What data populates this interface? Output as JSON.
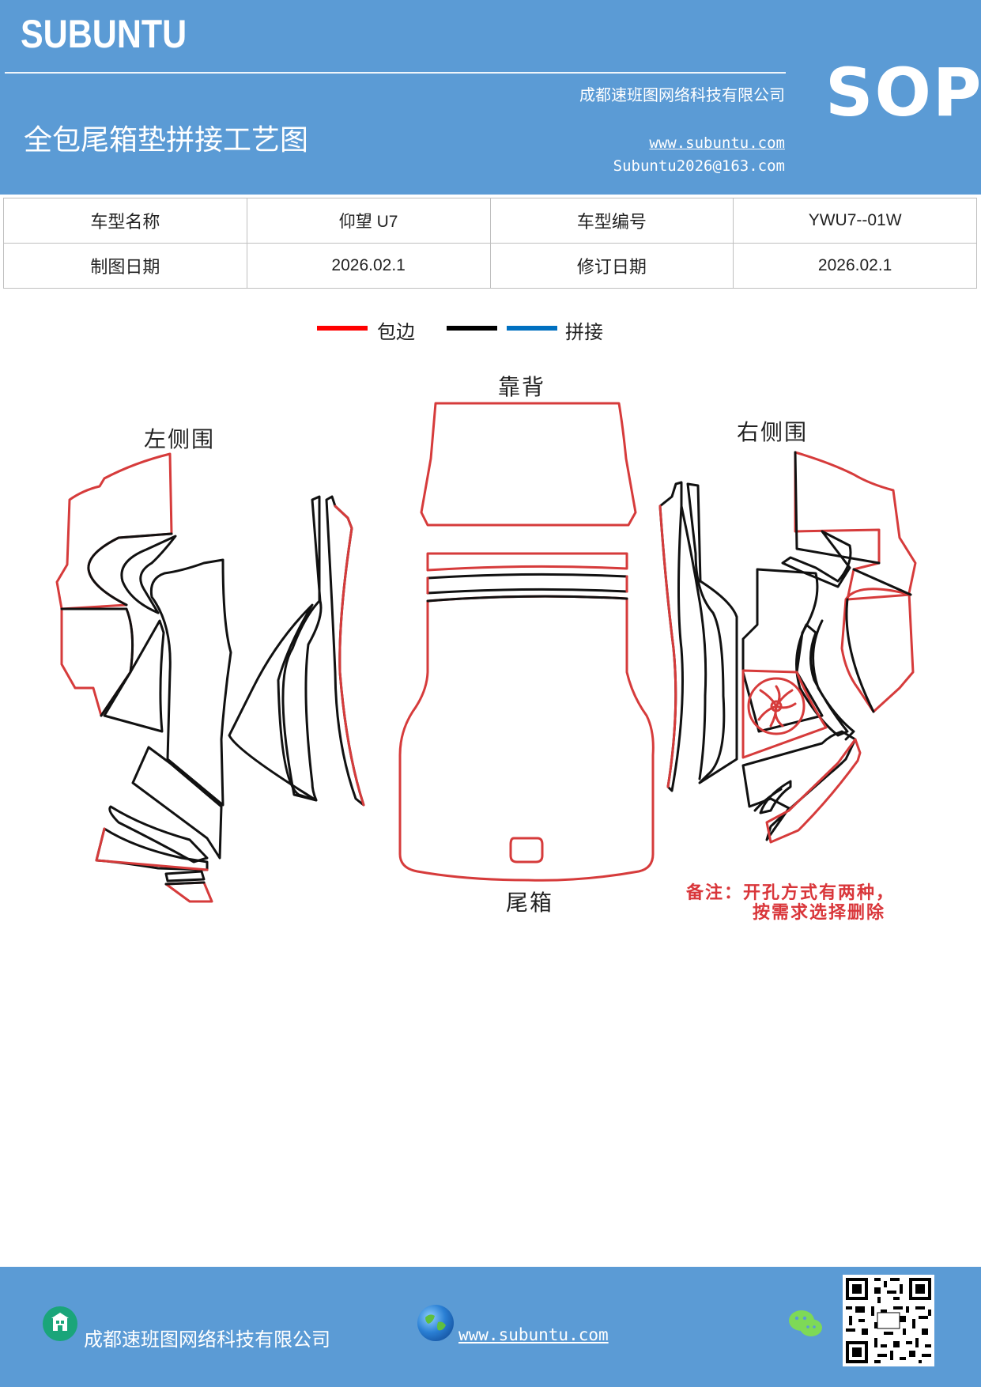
{
  "header": {
    "brand": "SUBUNTU",
    "company": "成都速班图网络科技有限公司",
    "title": "全包尾箱垫拼接工艺图",
    "website": "www.subuntu.com",
    "email": "Subuntu2026@163.com",
    "badge": "SOP",
    "color": "#5b9bd5"
  },
  "info": {
    "model_name_label": "车型名称",
    "model_name": "仰望 U7",
    "model_code_label": "车型编号",
    "model_code": "YWU7--01W",
    "draw_date_label": "制图日期",
    "draw_date": "2026.02.1",
    "revise_date_label": "修订日期",
    "revise_date": "2026.02.1"
  },
  "legend": {
    "edge": {
      "label": "包边",
      "color": "#ff0000"
    },
    "black_color": "#000000",
    "splice": {
      "label": "拼接",
      "color": "#0070c0"
    }
  },
  "diagram": {
    "backrest": "靠背",
    "left_side": "左侧围",
    "right_side": "右侧围",
    "trunk": "尾箱",
    "note_line1": "备注：开孔方式有两种，",
    "note_line2": "按需求选择删除",
    "outline_red": "#d63b3b",
    "outline_black": "#111111"
  },
  "footer": {
    "company": "成都速班图网络科技有限公司",
    "website": "www.subuntu.com"
  }
}
